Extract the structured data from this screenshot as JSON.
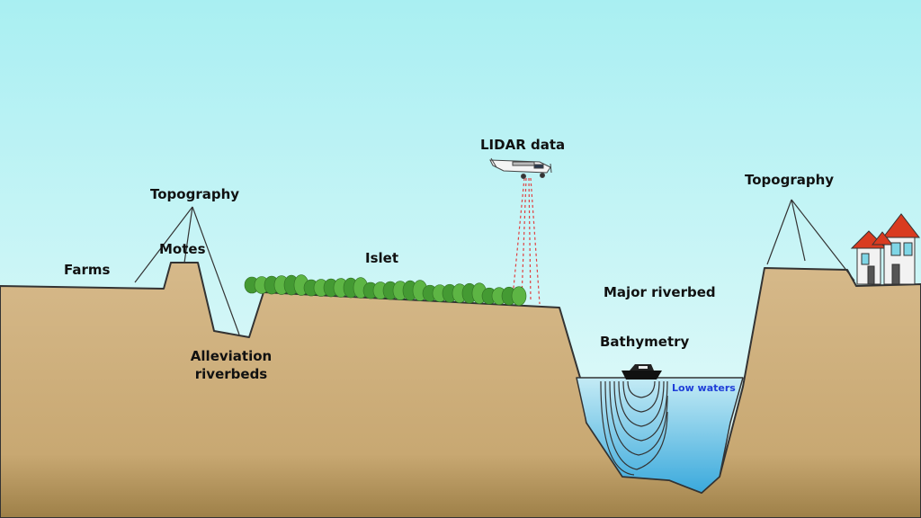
{
  "labels": {
    "lidar": "LIDAR data",
    "topography_left": "Topography",
    "topography_right": "Topography",
    "motes": "Motes",
    "farms": "Farms",
    "islet": "Islet",
    "alleviation_line1": "Alleviation",
    "alleviation_line2": "riverbeds",
    "major_riverbed": "Major riverbed",
    "bathymetry": "Bathymetry",
    "low_waters": "Low waters"
  },
  "colors": {
    "sky_top": "#a9eff2",
    "sky_bottom": "#eafbfa",
    "ground_top": "#d6b98a",
    "ground_bottom": "#a88a55",
    "outline": "#333333",
    "water_top": "#bfe7f3",
    "water_bottom": "#3aa9dc",
    "tree": "#4fa83a",
    "laser": "#e04040",
    "roof": "#d93b20",
    "low_waters_text": "#1f3ed8"
  },
  "icons": [
    "airplane-icon",
    "boat-icon",
    "house-icon",
    "tree-icon"
  ]
}
